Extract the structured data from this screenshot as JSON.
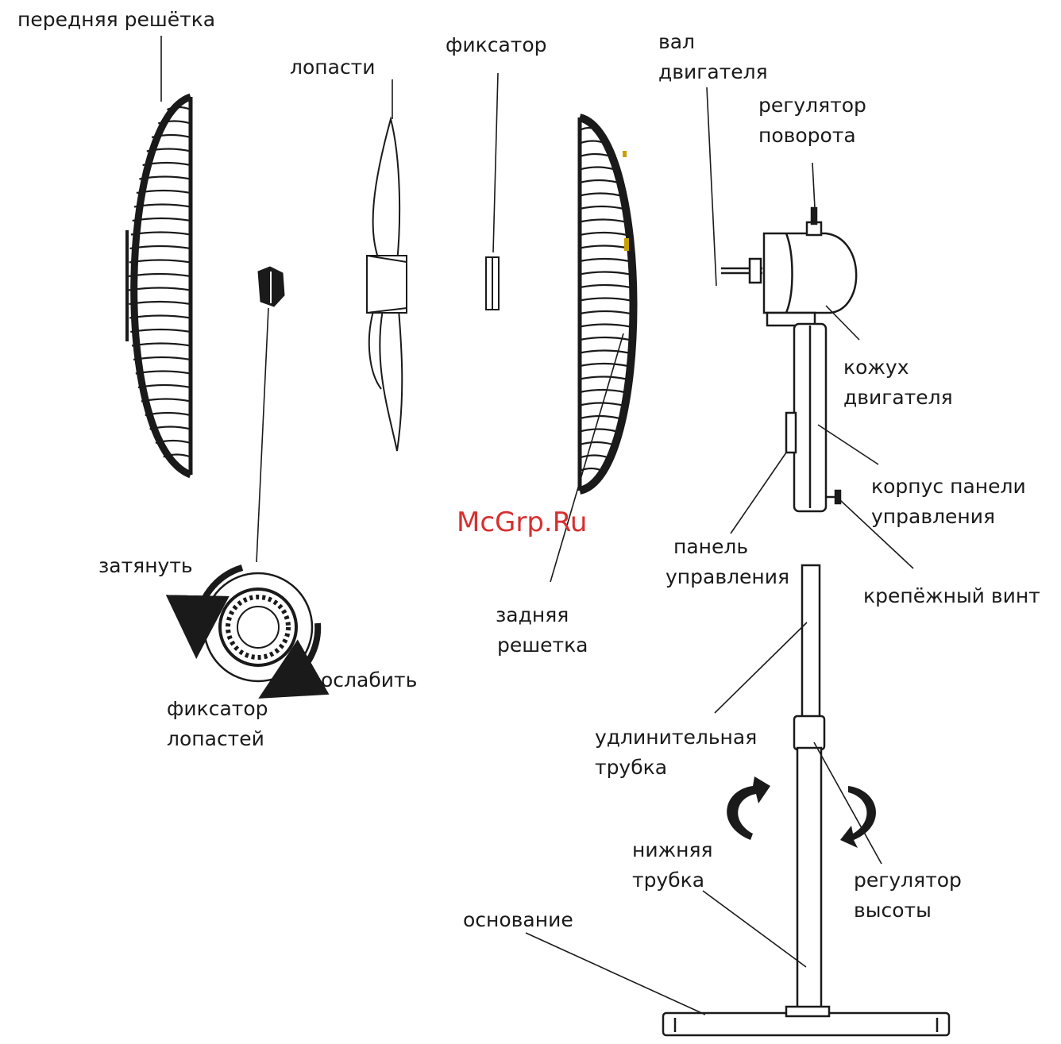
{
  "labels": {
    "front_grille": "передняя решётка",
    "blades": "лопасти",
    "clip": "фиксатор",
    "motor_shaft_1": "вал",
    "motor_shaft_2": "двигателя",
    "oscillation_knob_1": "регулятор",
    "oscillation_knob_2": "поворота",
    "motor_housing_1": "кожух",
    "motor_housing_2": "двигателя",
    "control_panel_housing_1": "корпус панели",
    "control_panel_housing_2": "управления",
    "control_panel_1": "панель",
    "control_panel_2": "управления",
    "fixing_screw": "крепёжный винт",
    "tighten": "затянуть",
    "loosen": "ослабить",
    "blade_lock_1": "фиксатор",
    "blade_lock_2": "лопастей",
    "rear_grille_1": "задняя",
    "rear_grille_2": "решетка",
    "extension_tube_1": "удлинительная",
    "extension_tube_2": "трубка",
    "lower_tube_1": "нижняя",
    "lower_tube_2": "трубка",
    "height_knob_1": "регулятор",
    "height_knob_2": "высоты",
    "base": "основание"
  },
  "watermark": "McGrp.Ru",
  "colors": {
    "line": "#1a1a1a",
    "watermark": "#d63030",
    "accent": "#c8a000"
  }
}
